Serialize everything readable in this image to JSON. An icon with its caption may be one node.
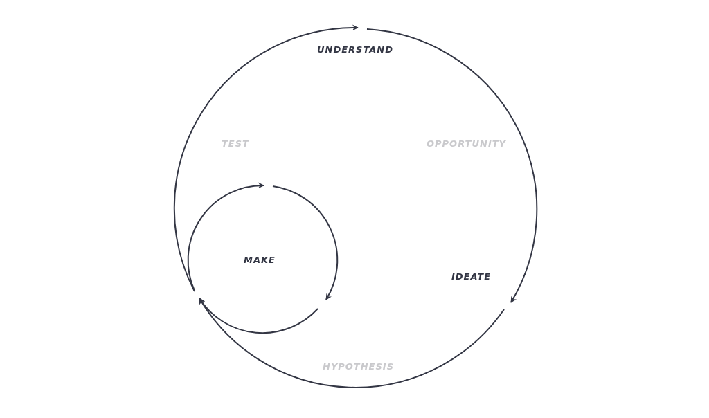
{
  "diagram": {
    "nodes": [
      {
        "text": [
          "UNDERSTAND"
        ]
      },
      {
        "text": [
          "IDEATE"
        ]
      },
      {
        "text": [
          "MAKE"
        ]
      }
    ],
    "edges": [
      {
        "from": 0,
        "to": 1,
        "arrow": "to",
        "label": "OPPORTUNITY"
      },
      {
        "from": 1,
        "to": 2,
        "arrow": "to",
        "label": "HYPOTHESIS"
      },
      {
        "from": 2,
        "to": 0,
        "arrow": "to",
        "label": "TEST"
      }
    ]
  }
}
